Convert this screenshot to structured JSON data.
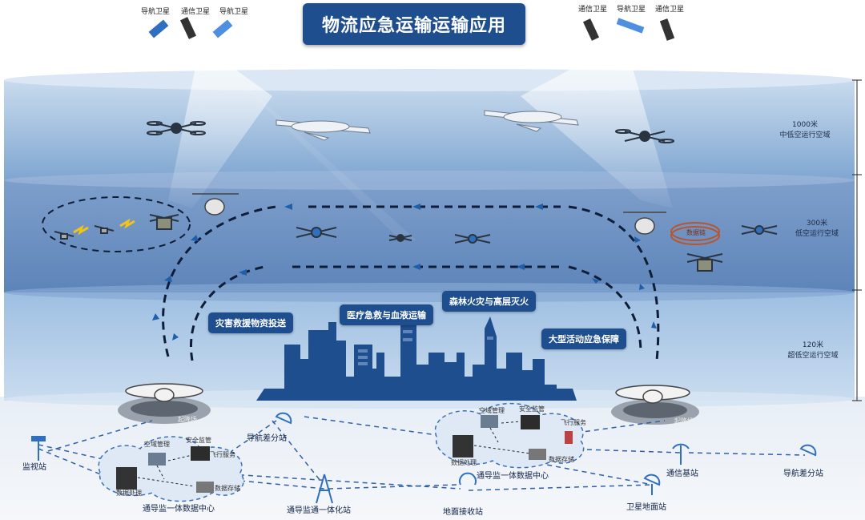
{
  "title": "物流应急运输运输应用",
  "satellites_left": [
    "导航卫星",
    "通信卫星",
    "导航卫星"
  ],
  "satellites_right": [
    "通信卫星",
    "导航卫星",
    "通信卫星"
  ],
  "layers": [
    {
      "altitude": "1000米",
      "name": "中低空运行空域"
    },
    {
      "altitude": "300米",
      "name": "低空运行空域"
    },
    {
      "altitude": "120米",
      "name": "超低空运行空域"
    }
  ],
  "applications": [
    "灾害救援物资投送",
    "医疗急救与血液运输",
    "森林火灾与高层灭火",
    "大型活动应急保障"
  ],
  "ring_label": "数据链",
  "pad_label": "起降场",
  "ground_stations": {
    "monitor": "监视站",
    "nav_diff_mid": "导航差分站",
    "integration": "通导监通一体化站",
    "ground_receive": "地面接收站",
    "comm_base": "通信基站",
    "sat_ground": "卫星地面站",
    "nav_diff_right": "导航差分站"
  },
  "data_center_left": {
    "name": "通导监一体数据中心",
    "modules": [
      "空域管理",
      "安全监管",
      "飞行服务",
      "数据处理",
      "数据存储"
    ]
  },
  "data_center_right": {
    "name": "通导监一体数据中心",
    "modules": [
      "空域管理",
      "安全监管",
      "飞行服务",
      "数据处理",
      "数据存储"
    ]
  },
  "colors": {
    "accent": "#1f4e8f",
    "band_top": "#8fb4d9",
    "band_mid": "#6b92c4",
    "band_low": "#a9c6e6"
  }
}
